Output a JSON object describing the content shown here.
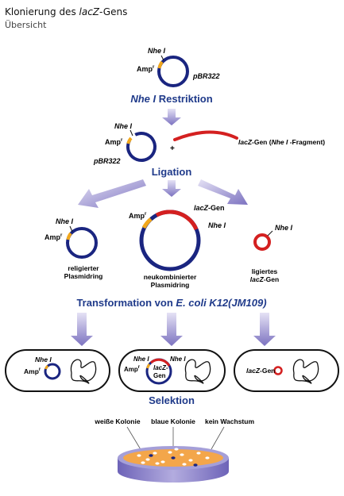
{
  "header": {
    "title": "Klonierung des lacZ-Gens",
    "subtitle": "Übersicht"
  },
  "colors": {
    "plasmid_blue": "#1a2580",
    "insert_red": "#d42020",
    "amp_orange": "#f2a81d",
    "heading_blue": "#1f3a8a",
    "arrow_purple": "#8a82c8",
    "dish_purple": "#8f86cc",
    "agar_orange": "#f3a64a"
  },
  "step1": {
    "nhe_label": "Nhe I",
    "amp_label": "Amp",
    "amp_sup": "r",
    "plasmid_label": "pBR322"
  },
  "step2": {
    "heading_italic": "Nhe I",
    "heading_rest": " Restriktion",
    "nhe_label": "Nhe I",
    "amp_label": "Amp",
    "amp_sup": "r",
    "plasmid_label": "pBR322",
    "plus": "+",
    "fragment_lacz": "lacZ",
    "fragment_rest1": "-Gen (",
    "fragment_nhe": "Nhe I",
    "fragment_rest2": " -Fragment)"
  },
  "ligation": {
    "heading": "Ligation",
    "left": {
      "nhe_label": "Nhe I",
      "amp_label": "Amp",
      "amp_sup": "r",
      "caption_line1": "religierter",
      "caption_line2": "Plasmidring"
    },
    "center": {
      "amp_label": "Amp",
      "amp_sup": "r",
      "lacz_label": "lacZ",
      "gen_suffix": "-Gen",
      "nhe_label": "Nhe I",
      "caption_line1": "neukombinierter",
      "caption_line2": "Plasmidring"
    },
    "right": {
      "nhe_label": "Nhe I",
      "caption_line1": "ligiertes",
      "caption_lacz": "lacZ",
      "caption_gen": "-Gen"
    }
  },
  "transformation": {
    "heading_a": "Transformation von ",
    "heading_b": "E. coli K12(JM109)",
    "cells": [
      {
        "nhe_label": "Nhe I",
        "amp_label": "Amp",
        "amp_sup": "r"
      },
      {
        "nhe_left": "Nhe I",
        "nhe_right": "Nhe I",
        "amp_label": "Amp",
        "amp_sup": "r",
        "lacz_label": "lacZ-",
        "gen_label": "Gen"
      },
      {
        "lacz_label": "lacZ",
        "gen_suffix": "-Gen"
      }
    ]
  },
  "selection": {
    "heading": "Selektion",
    "labels": [
      "weiße Kolonie",
      "blaue Kolonie",
      "kein Wachstum"
    ]
  }
}
